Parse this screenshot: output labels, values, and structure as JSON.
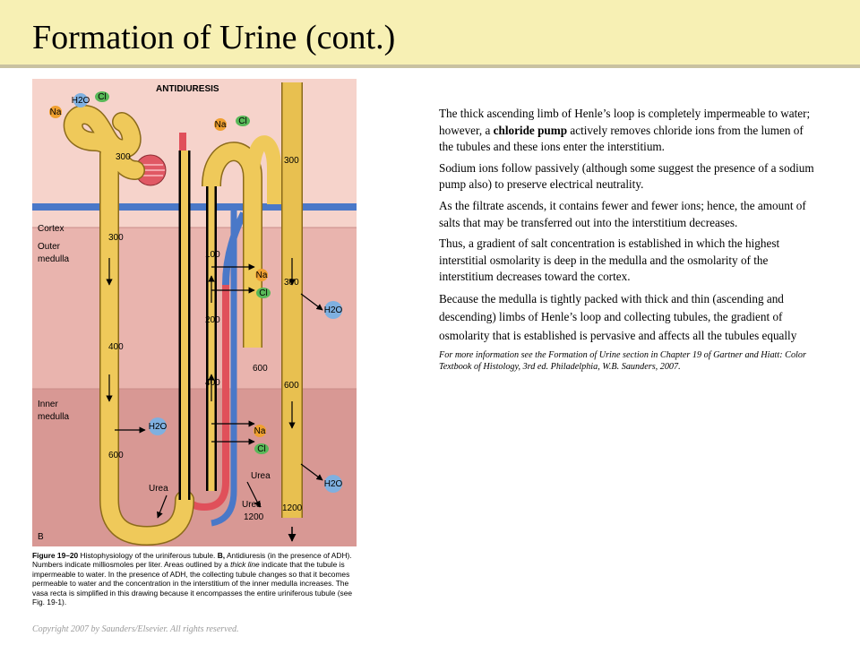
{
  "slide": {
    "title": "Formation of Urine (cont.)",
    "copyright": "Copyright 2007 by Saunders/Elsevier. All rights reserved."
  },
  "figure": {
    "heading": "ANTIDIURESIS",
    "panel_letter": "B",
    "zones": {
      "cortex": "Cortex",
      "outer1": "Outer",
      "outer2": "medulla",
      "inner1": "Inner",
      "inner2": "medulla"
    },
    "ions": {
      "na": "Na",
      "cl": "Cl",
      "water": "H2O"
    },
    "values": {
      "dt_300": "300",
      "pct_300": "300",
      "pct_400": "400",
      "pct_600": "600",
      "asc_100": "100",
      "asc_200": "200",
      "asc_400": "400",
      "int_600": "600",
      "int_1200": "1200",
      "cd_300a": "300",
      "cd_300b": "300",
      "cd_600": "600",
      "cd_1200": "1200"
    },
    "urea": {
      "u1": "Urea",
      "u2": "Urea",
      "u3": "Urea"
    }
  },
  "caption": {
    "lead": "Figure 19–20",
    "text_a": " Histophysiology of the uriniferous tubule. ",
    "bold_b": "B,",
    "text_b": " Antidiuresis (in the presence of ADH). Numbers indicate milliosmoles per liter. Areas outlined by a ",
    "italic": "thick line",
    "text_c": " indicate that the tubule is impermeable to water. In the presence of ADH, the collecting tubule changes so that it becomes permeable to water and the concentration in the interstitium of the inner medulla increases. The vasa recta is simplified in this drawing because it encompasses the entire uriniferous tubule (see Fig. 19-1)."
  },
  "body": {
    "p1_a": "The thick ascending limb of Henle’s loop is completely impermeable to water; however, a ",
    "p1_bold": "chloride pump",
    "p1_b": " actively removes chloride ions from the lumen of the tubules and these ions enter the interstitium.",
    "p2": "Sodium ions follow passively (although some suggest the presence of a sodium pump also) to preserve electrical neutrality.",
    "p3": "As the filtrate ascends, it contains fewer and fewer ions; hence, the amount of salts that may be transferred out into the interstitium decreases.",
    "p4": "Thus, a gradient of salt concentration is established in which the highest interstitial osmolarity is deep in the medulla and the osmolarity of the interstitium decreases toward the cortex.",
    "p5": "Because the medulla is tightly packed with thick and thin (ascending and descending) limbs of Henle’s loop and collecting tubules, the gradient of osmolarity that is established is pervasive and affects all the tubules equally",
    "note": "For more information see the  Formation of Urine section in Chapter 19 of Gartner and Hiatt: Color Textbook of Histology, 3rd ed. Philadelphia, W.B. Saunders, 2007."
  },
  "colors": {
    "title_bg": "#f7f0b4",
    "cortex": "#f6d3cb",
    "outer_medulla": "#e9b4ae",
    "inner_medulla": "#d89894",
    "tubule": "#efc95a",
    "vessel_red": "#e0505a",
    "vessel_blue": "#4a78c8",
    "na_ion": "#f0a030",
    "cl_ion": "#58b858",
    "water": "#7fb0e0"
  }
}
